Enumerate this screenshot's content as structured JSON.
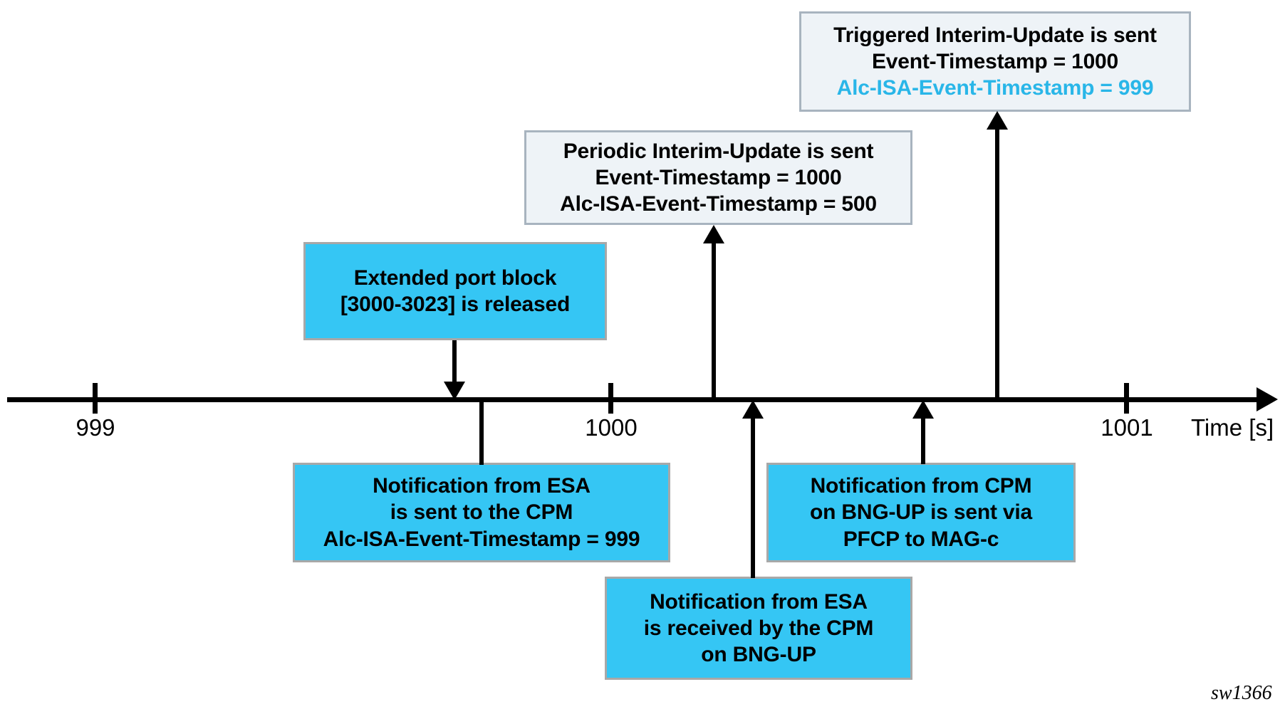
{
  "diagram": {
    "figure_id": "sw1366",
    "axis": {
      "caption": "Time [s]",
      "ticks": [
        {
          "label": "999"
        },
        {
          "label": "1000"
        },
        {
          "label": "1001"
        }
      ]
    },
    "callouts": [
      {
        "name": "triggered-interim-update",
        "style": "pale",
        "lines": [
          {
            "text": "Triggered Interim-Update is sent",
            "accent": false
          },
          {
            "text": "Event-Timestamp = 1000",
            "accent": false
          },
          {
            "text": "Alc-ISA-Event-Timestamp = 999",
            "accent": true
          }
        ]
      },
      {
        "name": "periodic-interim-update",
        "style": "pale",
        "lines": [
          {
            "text": "Periodic Interim-Update is sent",
            "accent": false
          },
          {
            "text": "Event-Timestamp = 1000",
            "accent": false
          },
          {
            "text": "Alc-ISA-Event-Timestamp = 500",
            "accent": false
          }
        ]
      },
      {
        "name": "extended-port-block-released",
        "style": "cyan",
        "lines": [
          {
            "text": "Extended port block",
            "accent": false
          },
          {
            "text": "[3000-3023] is released",
            "accent": false
          }
        ]
      },
      {
        "name": "notification-esa-sent-to-cpm",
        "style": "cyan",
        "lines": [
          {
            "text": "Notification from ESA",
            "accent": false
          },
          {
            "text": "is sent to the CPM",
            "accent": false
          },
          {
            "text": "Alc-ISA-Event-Timestamp = 999",
            "accent": false
          }
        ]
      },
      {
        "name": "notification-cpm-sent-via-pfcp",
        "style": "cyan",
        "lines": [
          {
            "text": "Notification from CPM",
            "accent": false
          },
          {
            "text": "on BNG-UP is sent via",
            "accent": false
          },
          {
            "text": "PFCP to MAG-c",
            "accent": false
          }
        ]
      },
      {
        "name": "notification-esa-received-by-cpm",
        "style": "cyan",
        "lines": [
          {
            "text": "Notification from ESA",
            "accent": false
          },
          {
            "text": "is received by the CPM",
            "accent": false
          },
          {
            "text": "on BNG-UP",
            "accent": false
          }
        ]
      }
    ],
    "colors": {
      "cyan_fill": "#35c6f4",
      "pale_fill": "#eef3f7",
      "accent_text": "#29b6e8",
      "line": "#000000"
    }
  }
}
